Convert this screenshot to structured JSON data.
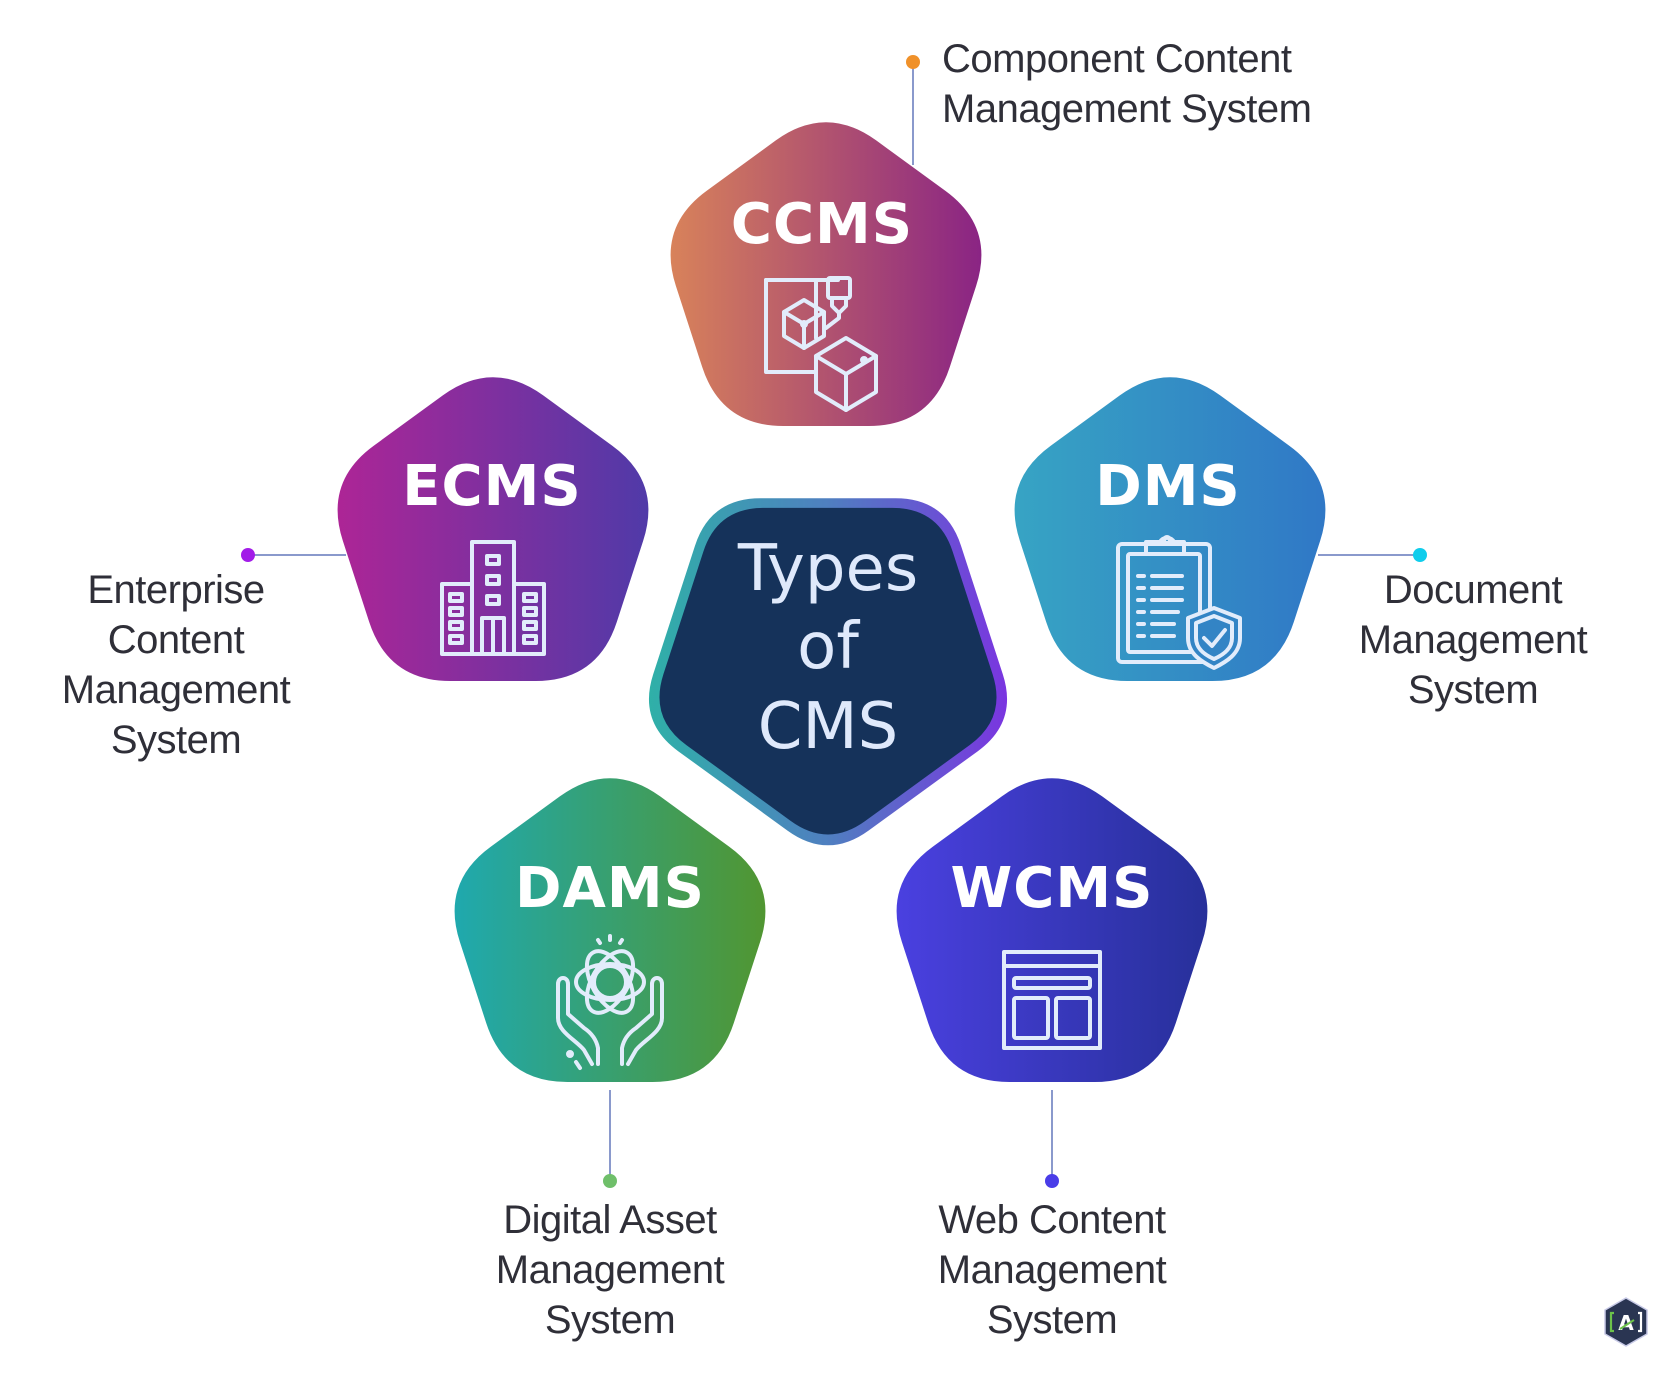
{
  "diagram": {
    "title_lines": [
      "Types",
      "of",
      "CMS"
    ],
    "types": [
      {
        "id": "ccms",
        "abbr": "CCMS",
        "full_name_lines": [
          "Component Content",
          "Management System"
        ],
        "icon": "3d-printer-cube-icon",
        "gradient": [
          "#d8825a",
          "#8a2484"
        ],
        "dot_color": "#f0912a"
      },
      {
        "id": "ecms",
        "abbr": "ECMS",
        "full_name_lines": [
          "Enterprise",
          "Content",
          "Management",
          "System"
        ],
        "icon": "office-building-icon",
        "gradient": [
          "#ad2596",
          "#503aa8"
        ],
        "dot_color": "#a21ce8"
      },
      {
        "id": "dms",
        "abbr": "DMS",
        "full_name_lines": [
          "Document",
          "Management",
          "System"
        ],
        "icon": "clipboard-shield-icon",
        "gradient": [
          "#37a4c4",
          "#3078c6"
        ],
        "dot_color": "#10cdec"
      },
      {
        "id": "dams",
        "abbr": "DAMS",
        "full_name_lines": [
          "Digital Asset",
          "Management",
          "System"
        ],
        "icon": "hands-holding-atom-icon",
        "gradient": [
          "#1fa9ae",
          "#519631"
        ],
        "dot_color": "#6fbf6a"
      },
      {
        "id": "wcms",
        "abbr": "WCMS",
        "full_name_lines": [
          "Web Content",
          "Management",
          "System"
        ],
        "icon": "web-layout-icon",
        "gradient": [
          "#4a40e0",
          "#27309a"
        ],
        "dot_color": "#4a3de8"
      }
    ],
    "center": {
      "fill": "#15325a",
      "border_gradient": [
        "#2fb0a8",
        "#7a35e0"
      ]
    },
    "connector_color": "#8a99cc",
    "logo": {
      "icon": "brand-logo-icon",
      "letter": "A"
    }
  }
}
